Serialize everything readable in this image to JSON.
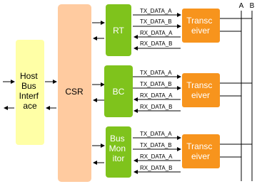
{
  "diagram": {
    "host_bus_interface": [
      "Host",
      "Bus",
      "Interf",
      "ace"
    ],
    "csr": "CSR",
    "bus_labels": {
      "a": "A",
      "b": "B"
    },
    "channels": [
      {
        "block": [
          "RT"
        ],
        "transceiver": [
          "Transc",
          "eiver"
        ],
        "signals": [
          "TX_DATA_A",
          "TX_DATA_B",
          "RX_DATA_A",
          "RX_DATA_B"
        ]
      },
      {
        "block": [
          "BC"
        ],
        "transceiver": [
          "Transc",
          "eiver"
        ],
        "signals": [
          "TX_DATA_A",
          "TX_DATA_B",
          "RX_DATA_A",
          "RX_DATA_B"
        ]
      },
      {
        "block": [
          "Bus",
          "Mon",
          "itor"
        ],
        "transceiver": [
          "Transc",
          "eiver"
        ],
        "signals": [
          "TX_DATA_A",
          "TX_DATA_B",
          "RX_DATA_A",
          "RX_DATA_B"
        ]
      }
    ]
  },
  "colors": {
    "host": "#ffffa6",
    "csr": "#ffcba0",
    "block": "#7fc31c",
    "transceiver": "#f7941d",
    "line": "#000000"
  }
}
